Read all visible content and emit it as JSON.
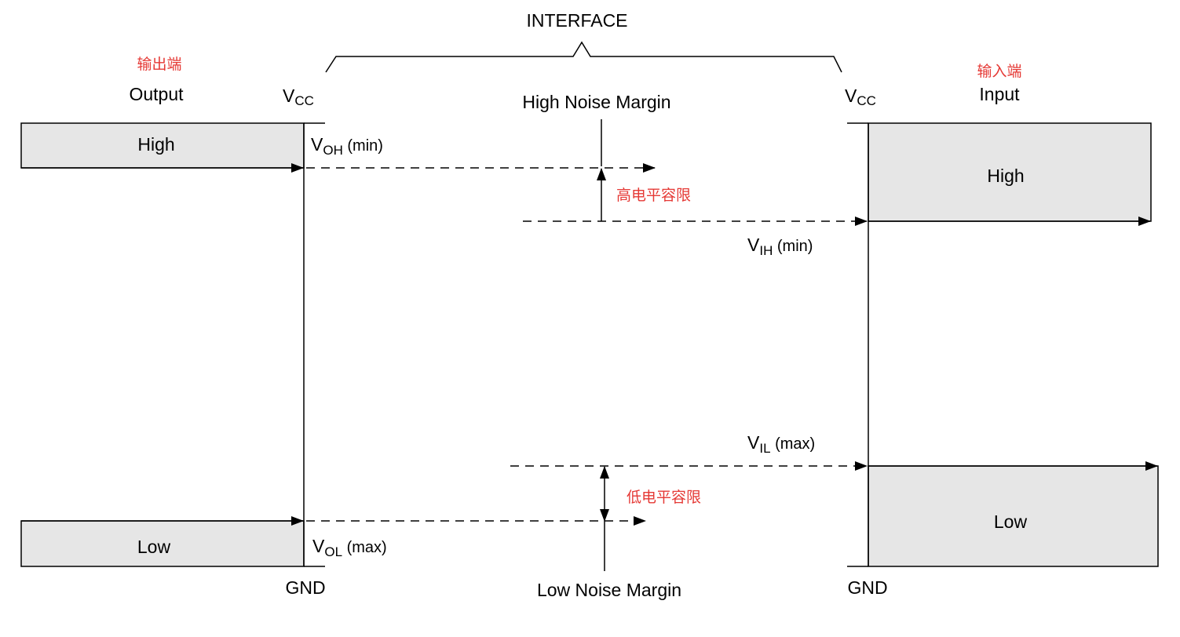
{
  "colors": {
    "line": "#000000",
    "box_fill": "#e6e6e6",
    "annotation": "#e53935",
    "background": "#ffffff"
  },
  "header": {
    "interface": "INTERFACE"
  },
  "output_side": {
    "cn_label": "输出端",
    "label": "Output",
    "vcc": {
      "main": "V",
      "sub": "CC"
    },
    "gnd": "GND",
    "high": "High",
    "low": "Low",
    "voh": {
      "main": "V",
      "sub": "OH",
      "suffix": " (min)"
    },
    "vol": {
      "main": "V",
      "sub": "OL",
      "suffix": " (max)"
    }
  },
  "input_side": {
    "cn_label": "输入端",
    "label": "Input",
    "vcc": {
      "main": "V",
      "sub": "CC"
    },
    "gnd": "GND",
    "high": "High",
    "low": "Low",
    "vih": {
      "main": "V",
      "sub": "IH",
      "suffix": " (min)"
    },
    "vil": {
      "main": "V",
      "sub": "IL",
      "suffix": " (max)"
    }
  },
  "margins": {
    "high": "High Noise Margin",
    "high_cn": "高电平容限",
    "low": "Low Noise Margin",
    "low_cn": "低电平容限"
  }
}
